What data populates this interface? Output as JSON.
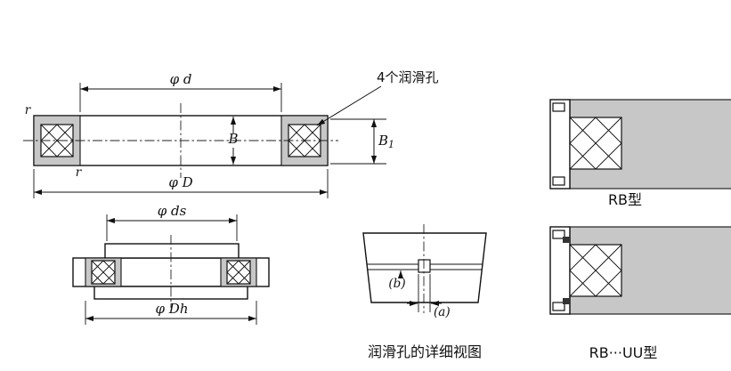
{
  "page": {
    "background_color": "#ffffff",
    "line_color": "#111111",
    "shade_color": "#c7c7c7"
  },
  "main_view": {
    "bore_dim_label": "φ d",
    "outer_dim_label": "φ D",
    "width_dim_label": "B",
    "outer_width_dim_base": "B",
    "outer_width_dim_sub": "1",
    "fillet_label_top": "r",
    "fillet_label_bottom": "r",
    "lube_holes_note": "4个润滑孔"
  },
  "mount_view": {
    "shaft_shoulder_dim_label": "φ ds",
    "housing_shoulder_dim_label": "φ Dh"
  },
  "lube_detail": {
    "hole_width_label": "(a)",
    "hole_depth_label": "(b)",
    "caption": "润滑孔的详细视图"
  },
  "variants": {
    "rb_caption": "RB型",
    "rb_uu_caption": "RB···UU型"
  }
}
